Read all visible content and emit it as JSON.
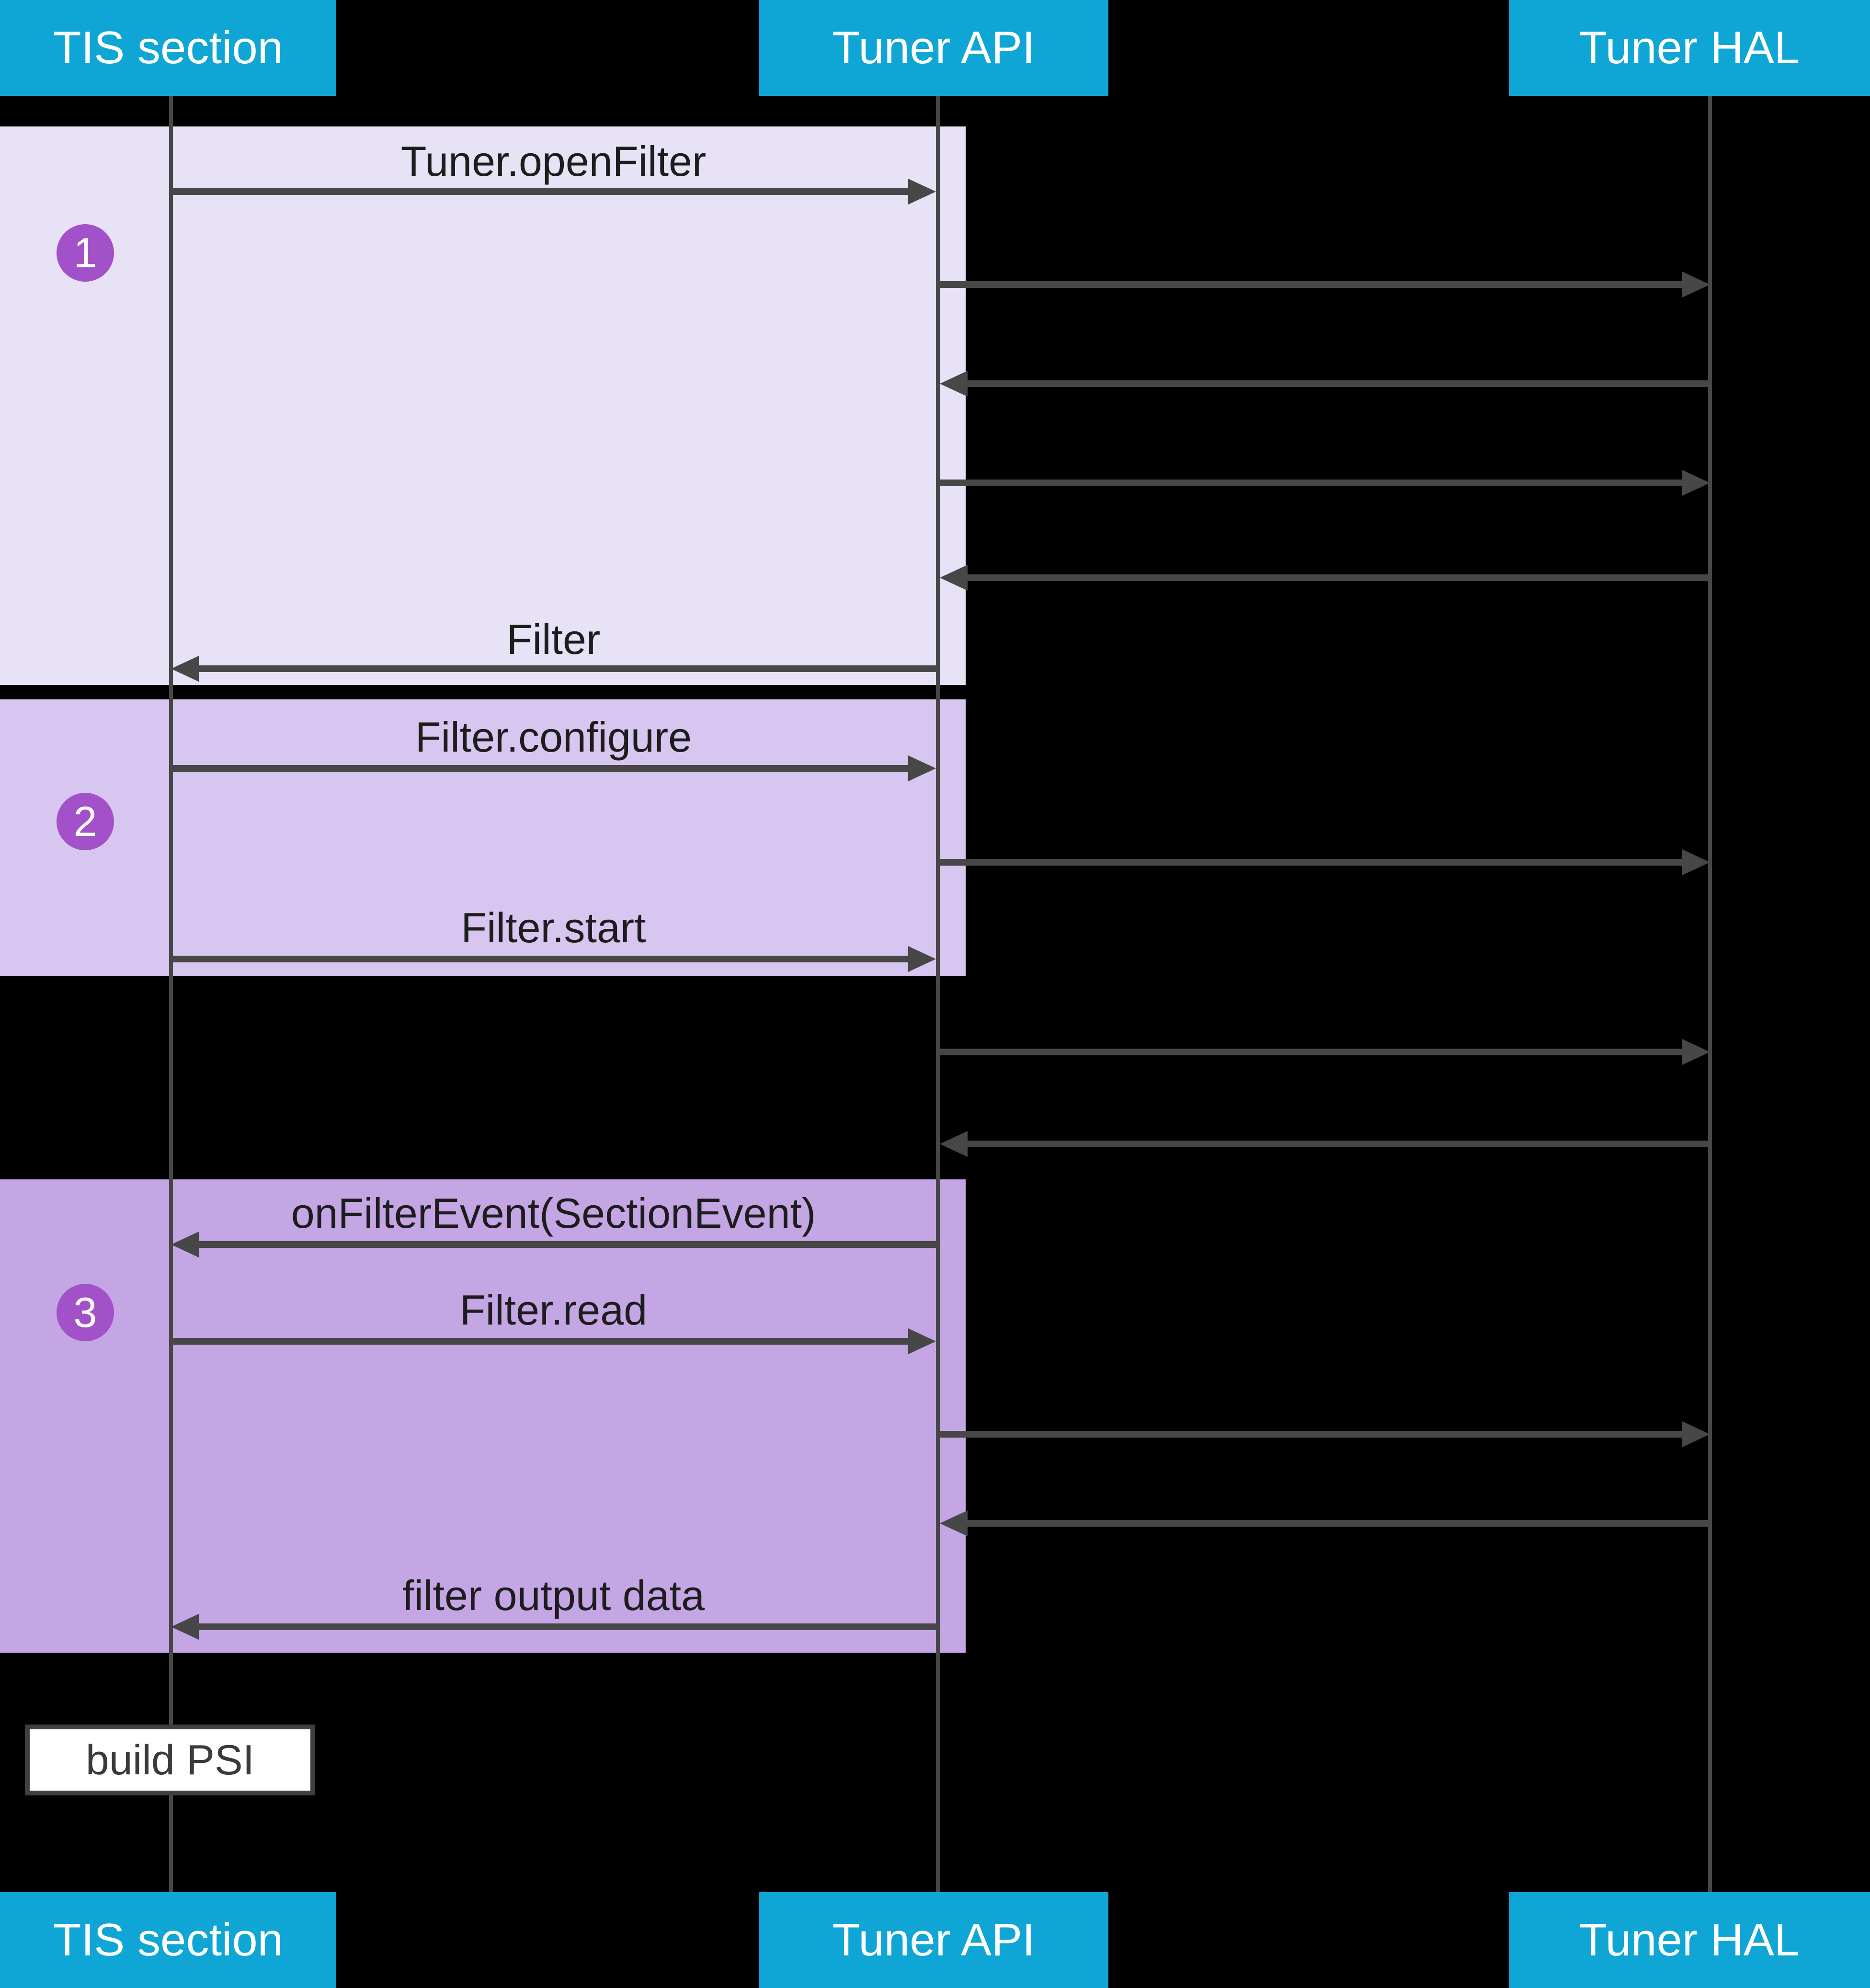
{
  "participants": {
    "tis": "TIS section",
    "api": "Tuner API",
    "hal": "Tuner HAL"
  },
  "steps": [
    {
      "number": "1"
    },
    {
      "number": "2"
    },
    {
      "number": "3"
    }
  ],
  "messages": {
    "open_filter": "Tuner.openFilter",
    "filter_return": "Filter",
    "filter_configure": "Filter.configure",
    "filter_start": "Filter.start",
    "on_filter_event": "onFilterEvent(SectionEvent)",
    "filter_read": "Filter.read",
    "filter_output": "filter output data"
  },
  "note": {
    "build_psi": "build PSI"
  },
  "colors": {
    "canvas_bg": "#000000",
    "header_bg": "#0FA6D6",
    "header_text": "#FFFFFF",
    "band1_bg": "#E8E2F6",
    "band2_bg": "#D7C6EF",
    "band3_bg": "#C4A6E5",
    "step_badge_bg": "#A351C9",
    "line": "#474747",
    "label_text": "#1D1D1D",
    "note_bg": "#FFFFFF",
    "note_border": "#3F3F3F"
  }
}
